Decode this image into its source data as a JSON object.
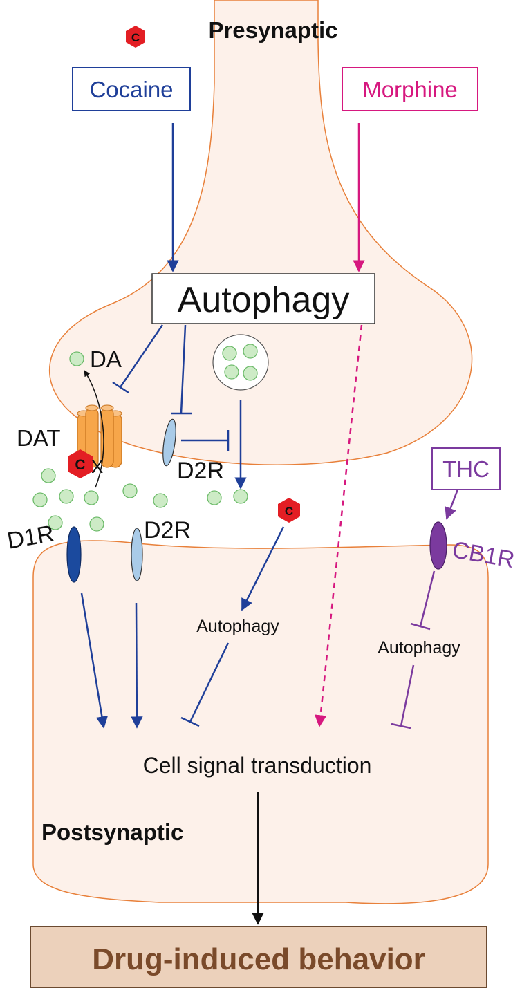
{
  "labels": {
    "presynaptic": "Presynaptic",
    "postsynaptic": "Postsynaptic",
    "cocaine": "Cocaine",
    "morphine": "Morphine",
    "autophagy_main": "Autophagy",
    "da": "DA",
    "dat": "DAT",
    "d2r_pre": "D2R",
    "d1r": "D1R",
    "d2r_post": "D2R",
    "thc": "THC",
    "cb1r": "CB1R",
    "autophagy_cocaine": "Autophagy",
    "autophagy_thc": "Autophagy",
    "cell_signal": "Cell signal transduction",
    "behavior": "Drug-induced behavior",
    "cocaine_symbol": "C",
    "block_mark": "X"
  },
  "colors": {
    "cocaine": "#1f3f99",
    "morphine": "#d6187f",
    "thc": "#7b3a9e",
    "membrane": "#e8803a",
    "cell_fill": "#fdf1ea",
    "vesicle_fill": "#cdebc6",
    "vesicle_stroke": "#6dbb6a",
    "dat": "#f7a64a",
    "d1r": "#1b4a9e",
    "d2r": "#a9cbe8",
    "cb1r": "#7b3a9e",
    "cocaine_badge": "#e31e24",
    "behavior_box": "#ecd1bb",
    "behavior_text": "#7a4a2a"
  }
}
